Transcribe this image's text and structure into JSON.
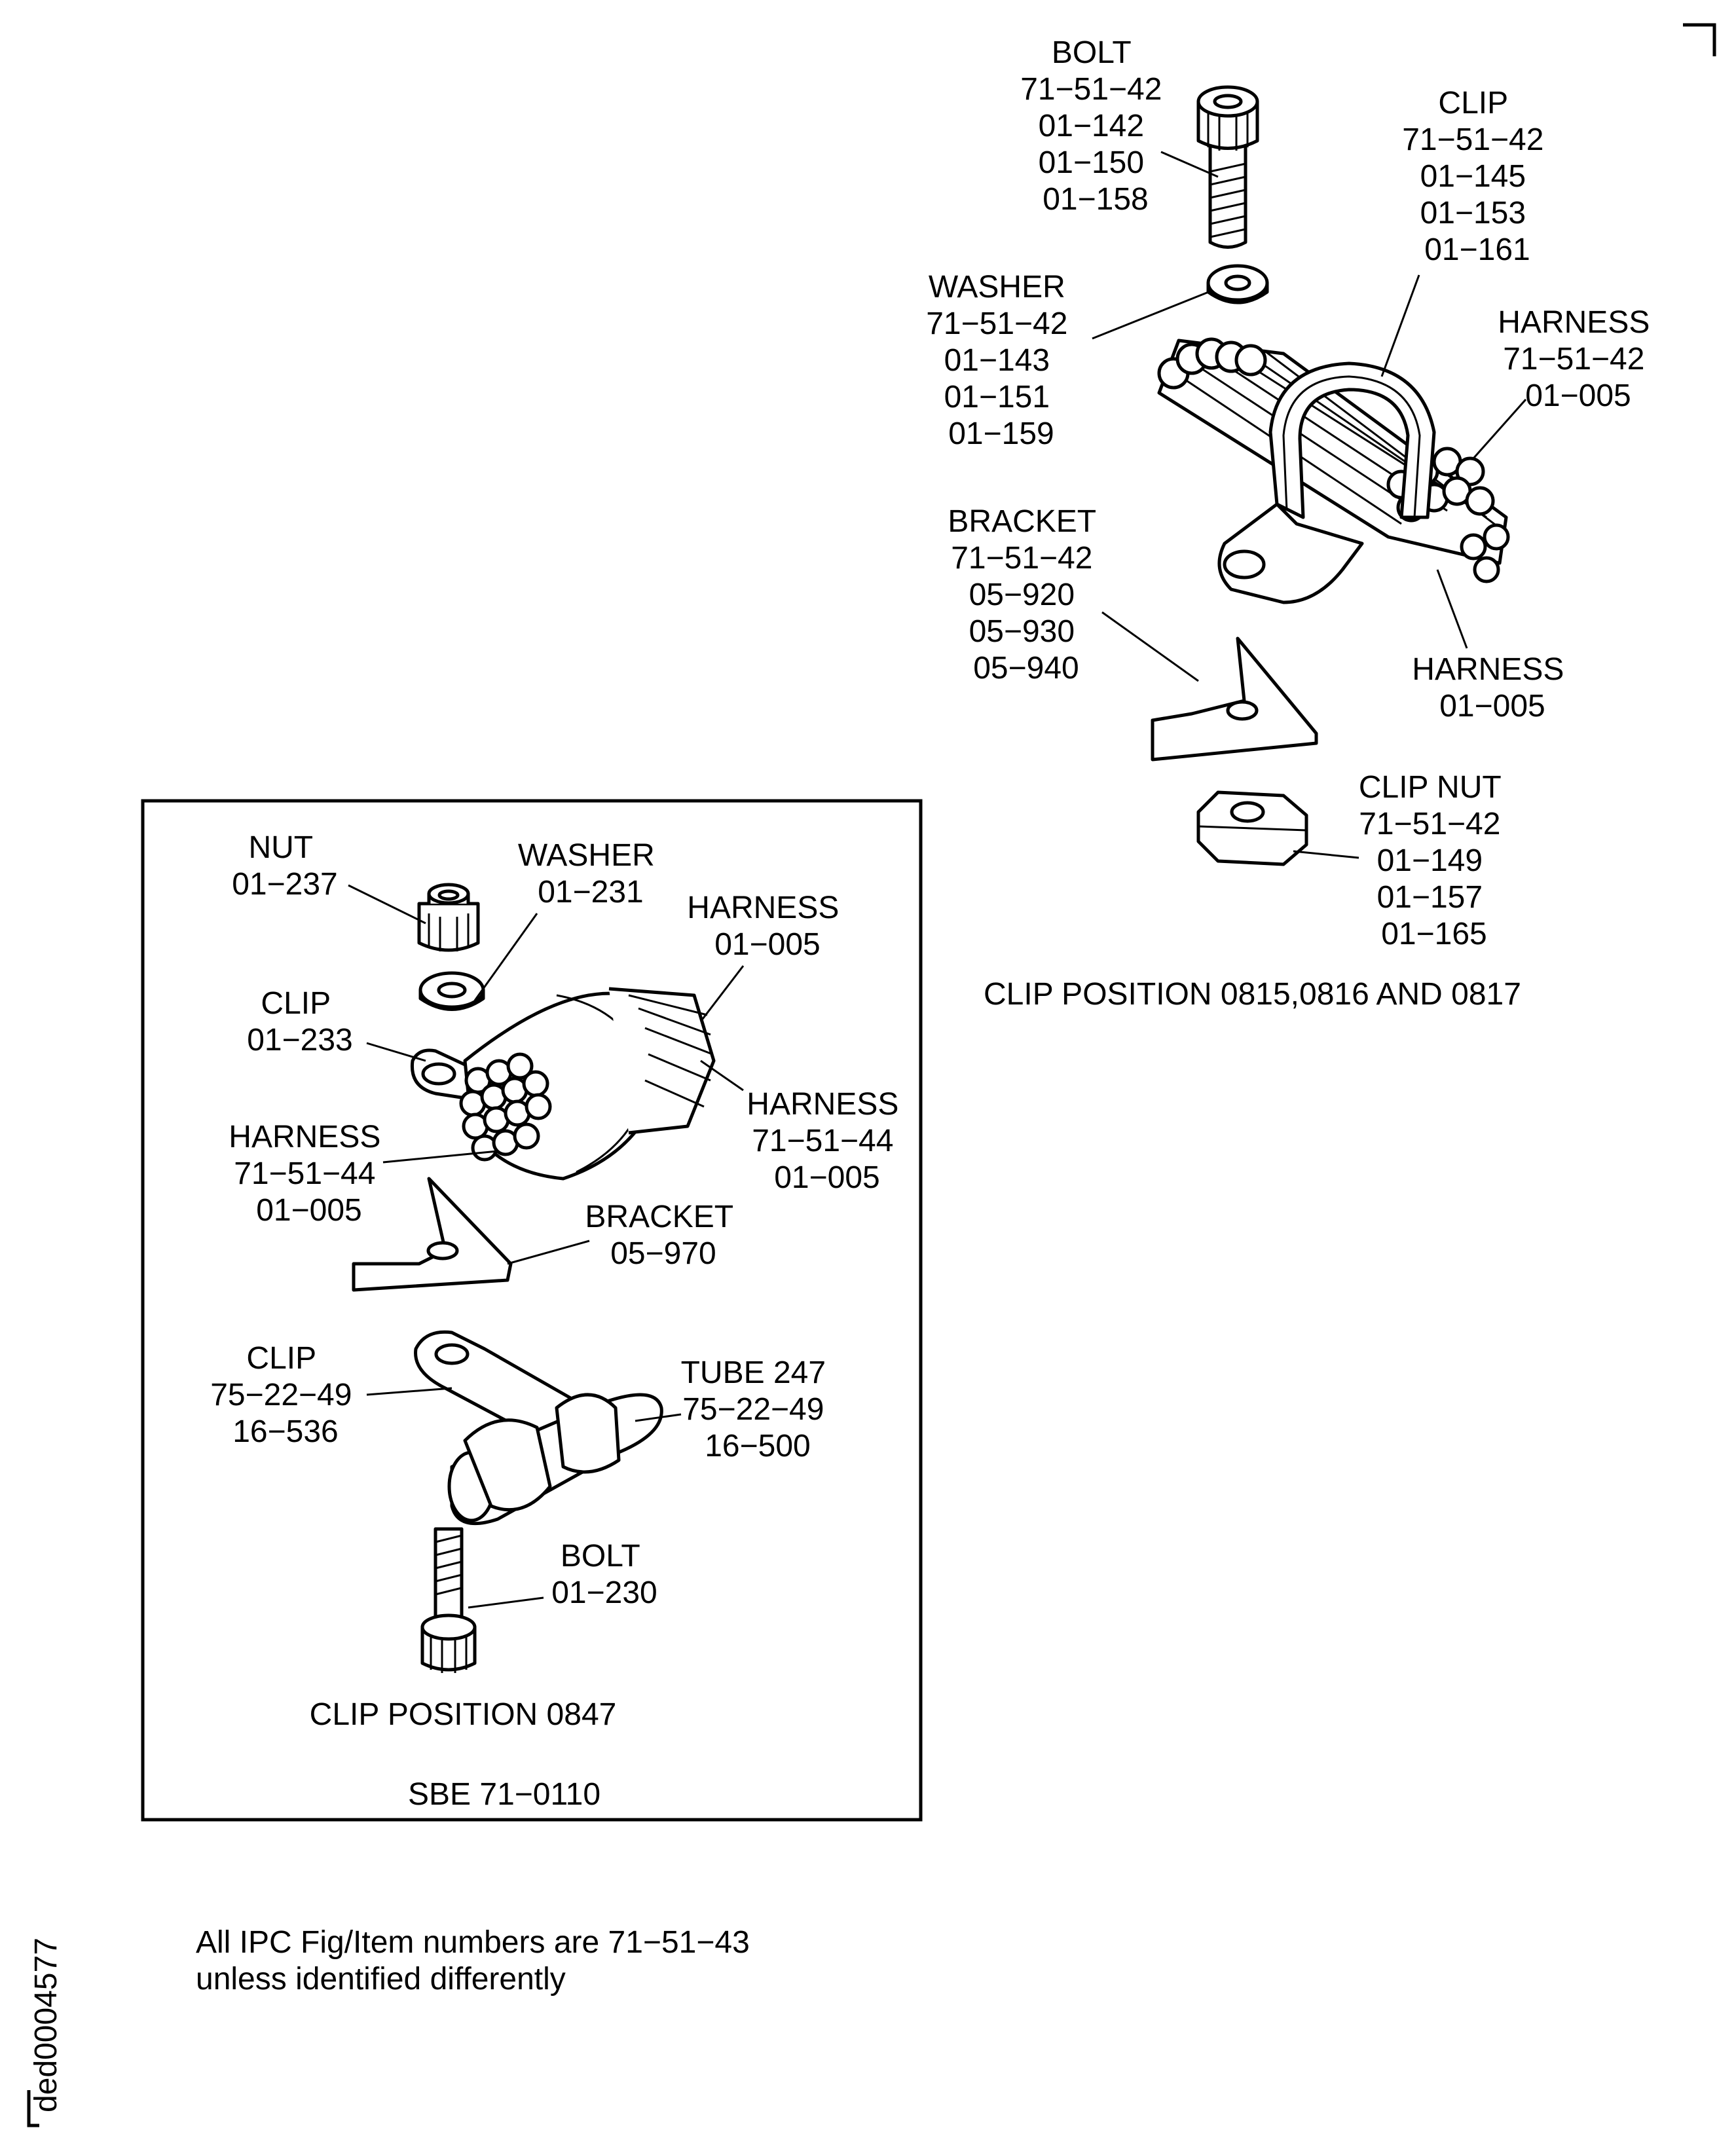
{
  "labels": {
    "bolt_top": [
      "BOLT",
      "71−51−42",
      "01−142",
      "01−150",
      "01−158"
    ],
    "clip_top": [
      "CLIP",
      "71−51−42",
      "01−145",
      "01−153",
      "01−161"
    ],
    "washer_top": [
      "WASHER",
      "71−51−42",
      "01−143",
      "01−151",
      "01−159"
    ],
    "harness_top_a": [
      "HARNESS",
      "71−51−42",
      "01−005"
    ],
    "bracket_top": [
      "BRACKET",
      "71−51−42",
      "05−920",
      "05−930",
      "05−940"
    ],
    "harness_top_b": [
      "HARNESS",
      "01−005"
    ],
    "clip_nut": [
      "CLIP NUT",
      "71−51−42",
      "01−149",
      "01−157",
      "01−165"
    ],
    "nut_box": [
      "NUT",
      "01−237"
    ],
    "washer_box": [
      "WASHER",
      "01−231"
    ],
    "harness_box_a": [
      "HARNESS",
      "01−005"
    ],
    "clip_box": [
      "CLIP",
      "01−233"
    ],
    "harness_box_b": [
      "HARNESS",
      "71−51−44",
      "01−005"
    ],
    "harness_box_c": [
      "HARNESS",
      "71−51−44",
      "01−005"
    ],
    "bracket_box": [
      "BRACKET",
      "05−970"
    ],
    "clip_box_b": [
      "CLIP",
      "75−22−49",
      "16−536"
    ],
    "tube_box": [
      "TUBE 247",
      "75−22−49",
      "16−500"
    ],
    "bolt_box": [
      "BOLT",
      "01−230"
    ]
  },
  "captions": {
    "top_position": "CLIP POSITION 0815,0816 AND 0817",
    "box_position": "CLIP POSITION 0847",
    "box_reference": "SBE 71−0110"
  },
  "note": [
    "All IPC Fig/Item numbers are 71−51−43",
    "unless identified differently"
  ],
  "drawing_id": "ded0004577"
}
